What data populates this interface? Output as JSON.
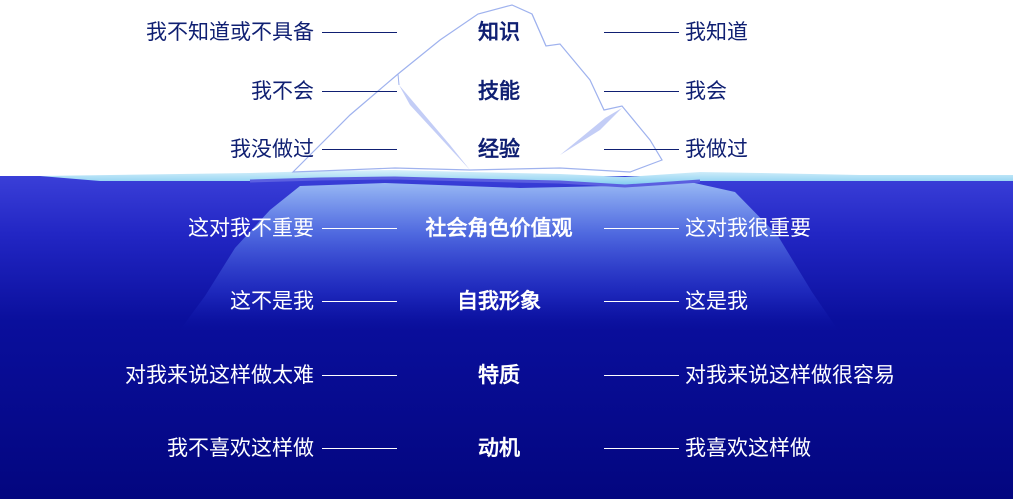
{
  "layers": [
    {
      "id": "knowledge",
      "center": "知识",
      "left": "我不知道或不具备",
      "right": "我知道"
    },
    {
      "id": "skills",
      "center": "技能",
      "left": "我不会",
      "right": "我会"
    },
    {
      "id": "experience",
      "center": "经验",
      "left": "我没做过",
      "right": "我做过"
    },
    {
      "id": "social-role-values",
      "center": "社会角色价值观",
      "left": "这对我不重要",
      "right": "这对我很重要"
    },
    {
      "id": "self-image",
      "center": "自我形象",
      "left": "这不是我",
      "right": "这是我"
    },
    {
      "id": "traits",
      "center": "特质",
      "left": "对我来说这样做太难",
      "right": "对我来说这样做很容易"
    },
    {
      "id": "motivation",
      "center": "动机",
      "left": "我不喜欢这样做",
      "right": "我喜欢这样做"
    }
  ],
  "colors": {
    "water_top": "#2b2fd0",
    "water_bottom": "#03067f",
    "text_above": "#0f1f72",
    "text_below": "#ffffff",
    "iceberg_outline": "#9fb2ee",
    "iceberg_shade": "#c3cdf6"
  }
}
